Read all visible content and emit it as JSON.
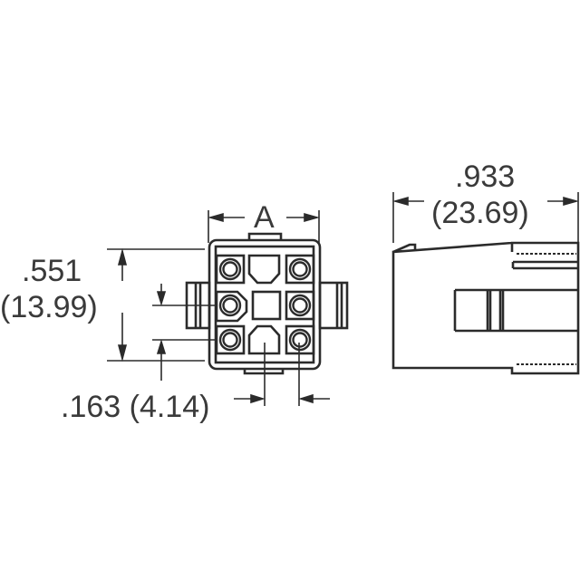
{
  "drawing": {
    "type": "connector-dimension-drawing",
    "views": [
      "front-view",
      "side-view"
    ],
    "dimensions": {
      "width_a": {
        "label": "A"
      },
      "height": {
        "inch": ".551",
        "mm": "(13.99)"
      },
      "pitch": {
        "text": ".163 (4.14)"
      },
      "length": {
        "inch": ".933",
        "mm": "(23.69)"
      }
    },
    "colors": {
      "line": "#2b2b2b",
      "text": "#3a3a3a"
    }
  }
}
